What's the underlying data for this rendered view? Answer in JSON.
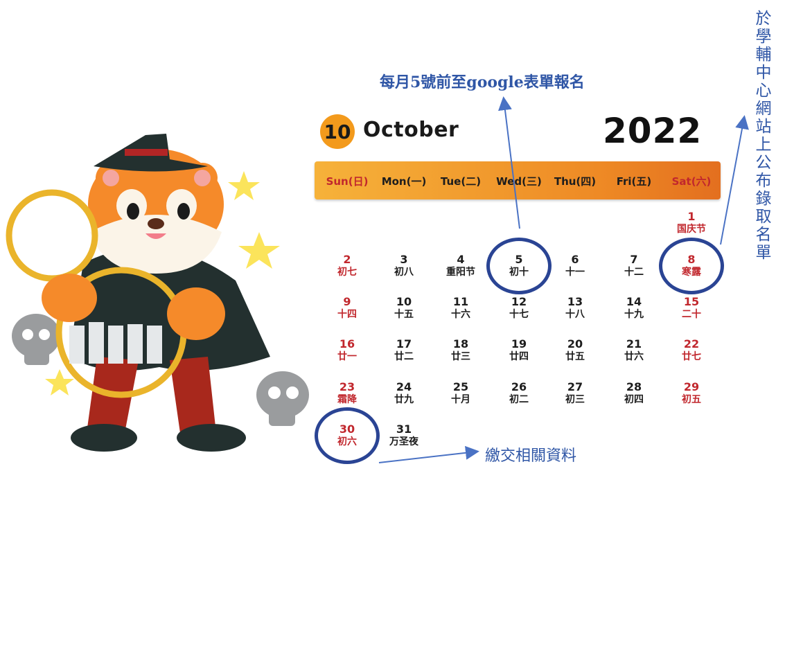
{
  "calendar": {
    "month_number": "10",
    "month_name": "October",
    "year": "2022",
    "weekdays": [
      {
        "label": "Sun(日)",
        "weekend": true
      },
      {
        "label": "Mon(一)",
        "weekend": false
      },
      {
        "label": "Tue(二)",
        "weekend": false
      },
      {
        "label": "Wed(三)",
        "weekend": false
      },
      {
        "label": "Thu(四)",
        "weekend": false
      },
      {
        "label": "Fri(五)",
        "weekend": false
      },
      {
        "label": "Sat(六)",
        "weekend": true
      }
    ],
    "days": [
      {
        "num": "1",
        "lunar": "国庆节",
        "red": true
      },
      {
        "num": "2",
        "lunar": "初七",
        "red": true
      },
      {
        "num": "3",
        "lunar": "初八",
        "red": false
      },
      {
        "num": "4",
        "lunar": "重阳节",
        "red": false
      },
      {
        "num": "5",
        "lunar": "初十",
        "red": false
      },
      {
        "num": "6",
        "lunar": "十一",
        "red": false
      },
      {
        "num": "7",
        "lunar": "十二",
        "red": false
      },
      {
        "num": "8",
        "lunar": "寒露",
        "red": true
      },
      {
        "num": "9",
        "lunar": "十四",
        "red": true
      },
      {
        "num": "10",
        "lunar": "十五",
        "red": false
      },
      {
        "num": "11",
        "lunar": "十六",
        "red": false
      },
      {
        "num": "12",
        "lunar": "十七",
        "red": false
      },
      {
        "num": "13",
        "lunar": "十八",
        "red": false
      },
      {
        "num": "14",
        "lunar": "十九",
        "red": false
      },
      {
        "num": "15",
        "lunar": "二十",
        "red": true
      },
      {
        "num": "16",
        "lunar": "廿一",
        "red": true
      },
      {
        "num": "17",
        "lunar": "廿二",
        "red": false
      },
      {
        "num": "18",
        "lunar": "廿三",
        "red": false
      },
      {
        "num": "19",
        "lunar": "廿四",
        "red": false
      },
      {
        "num": "20",
        "lunar": "廿五",
        "red": false
      },
      {
        "num": "21",
        "lunar": "廿六",
        "red": false
      },
      {
        "num": "22",
        "lunar": "廿七",
        "red": true
      },
      {
        "num": "23",
        "lunar": "霜降",
        "red": true
      },
      {
        "num": "24",
        "lunar": "廿九",
        "red": false
      },
      {
        "num": "25",
        "lunar": "十月",
        "red": false
      },
      {
        "num": "26",
        "lunar": "初二",
        "red": false
      },
      {
        "num": "27",
        "lunar": "初三",
        "red": false
      },
      {
        "num": "28",
        "lunar": "初四",
        "red": false
      },
      {
        "num": "29",
        "lunar": "初五",
        "red": true
      },
      {
        "num": "30",
        "lunar": "初六",
        "red": true
      },
      {
        "num": "31",
        "lunar": "万圣夜",
        "red": false
      }
    ],
    "circled_days": [
      "5",
      "8",
      "30"
    ]
  },
  "annotations": {
    "top": "每月5號前至google表單報名",
    "bottom": "繳交相關資料",
    "vertical": "於學輔中心網站上公布錄取名單"
  },
  "colors": {
    "accent_orange": "#f39a1c",
    "weekend_red": "#c1272d",
    "circle_blue": "#2a4494",
    "note_blue": "#2f56a6"
  },
  "illustration": {
    "icon": "tiger-witch-mascot-icon"
  }
}
